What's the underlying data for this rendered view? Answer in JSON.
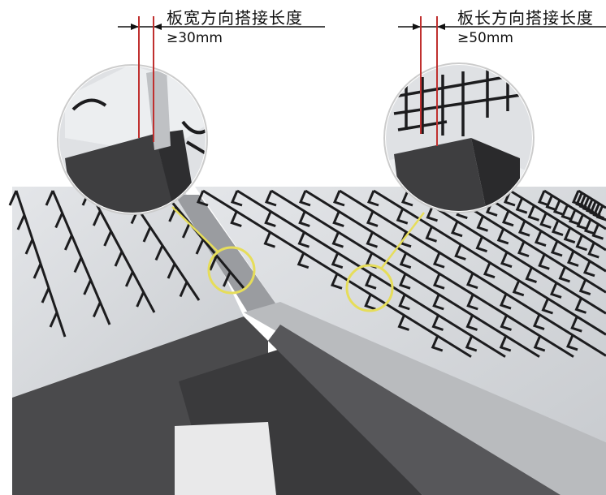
{
  "annotations": [
    {
      "title": "板宽方向搭接长度",
      "value": "≥30mm"
    },
    {
      "title": "板长方向搭接长度",
      "value": "≥50mm"
    }
  ],
  "colors": {
    "beam": "#4a4a4c",
    "beam_dark": "#3a3a3c",
    "deck": "#d9dcdf",
    "rebar": "#1c1c1e",
    "highlight": "#e6dd5a",
    "dimension": "#c0302f"
  }
}
